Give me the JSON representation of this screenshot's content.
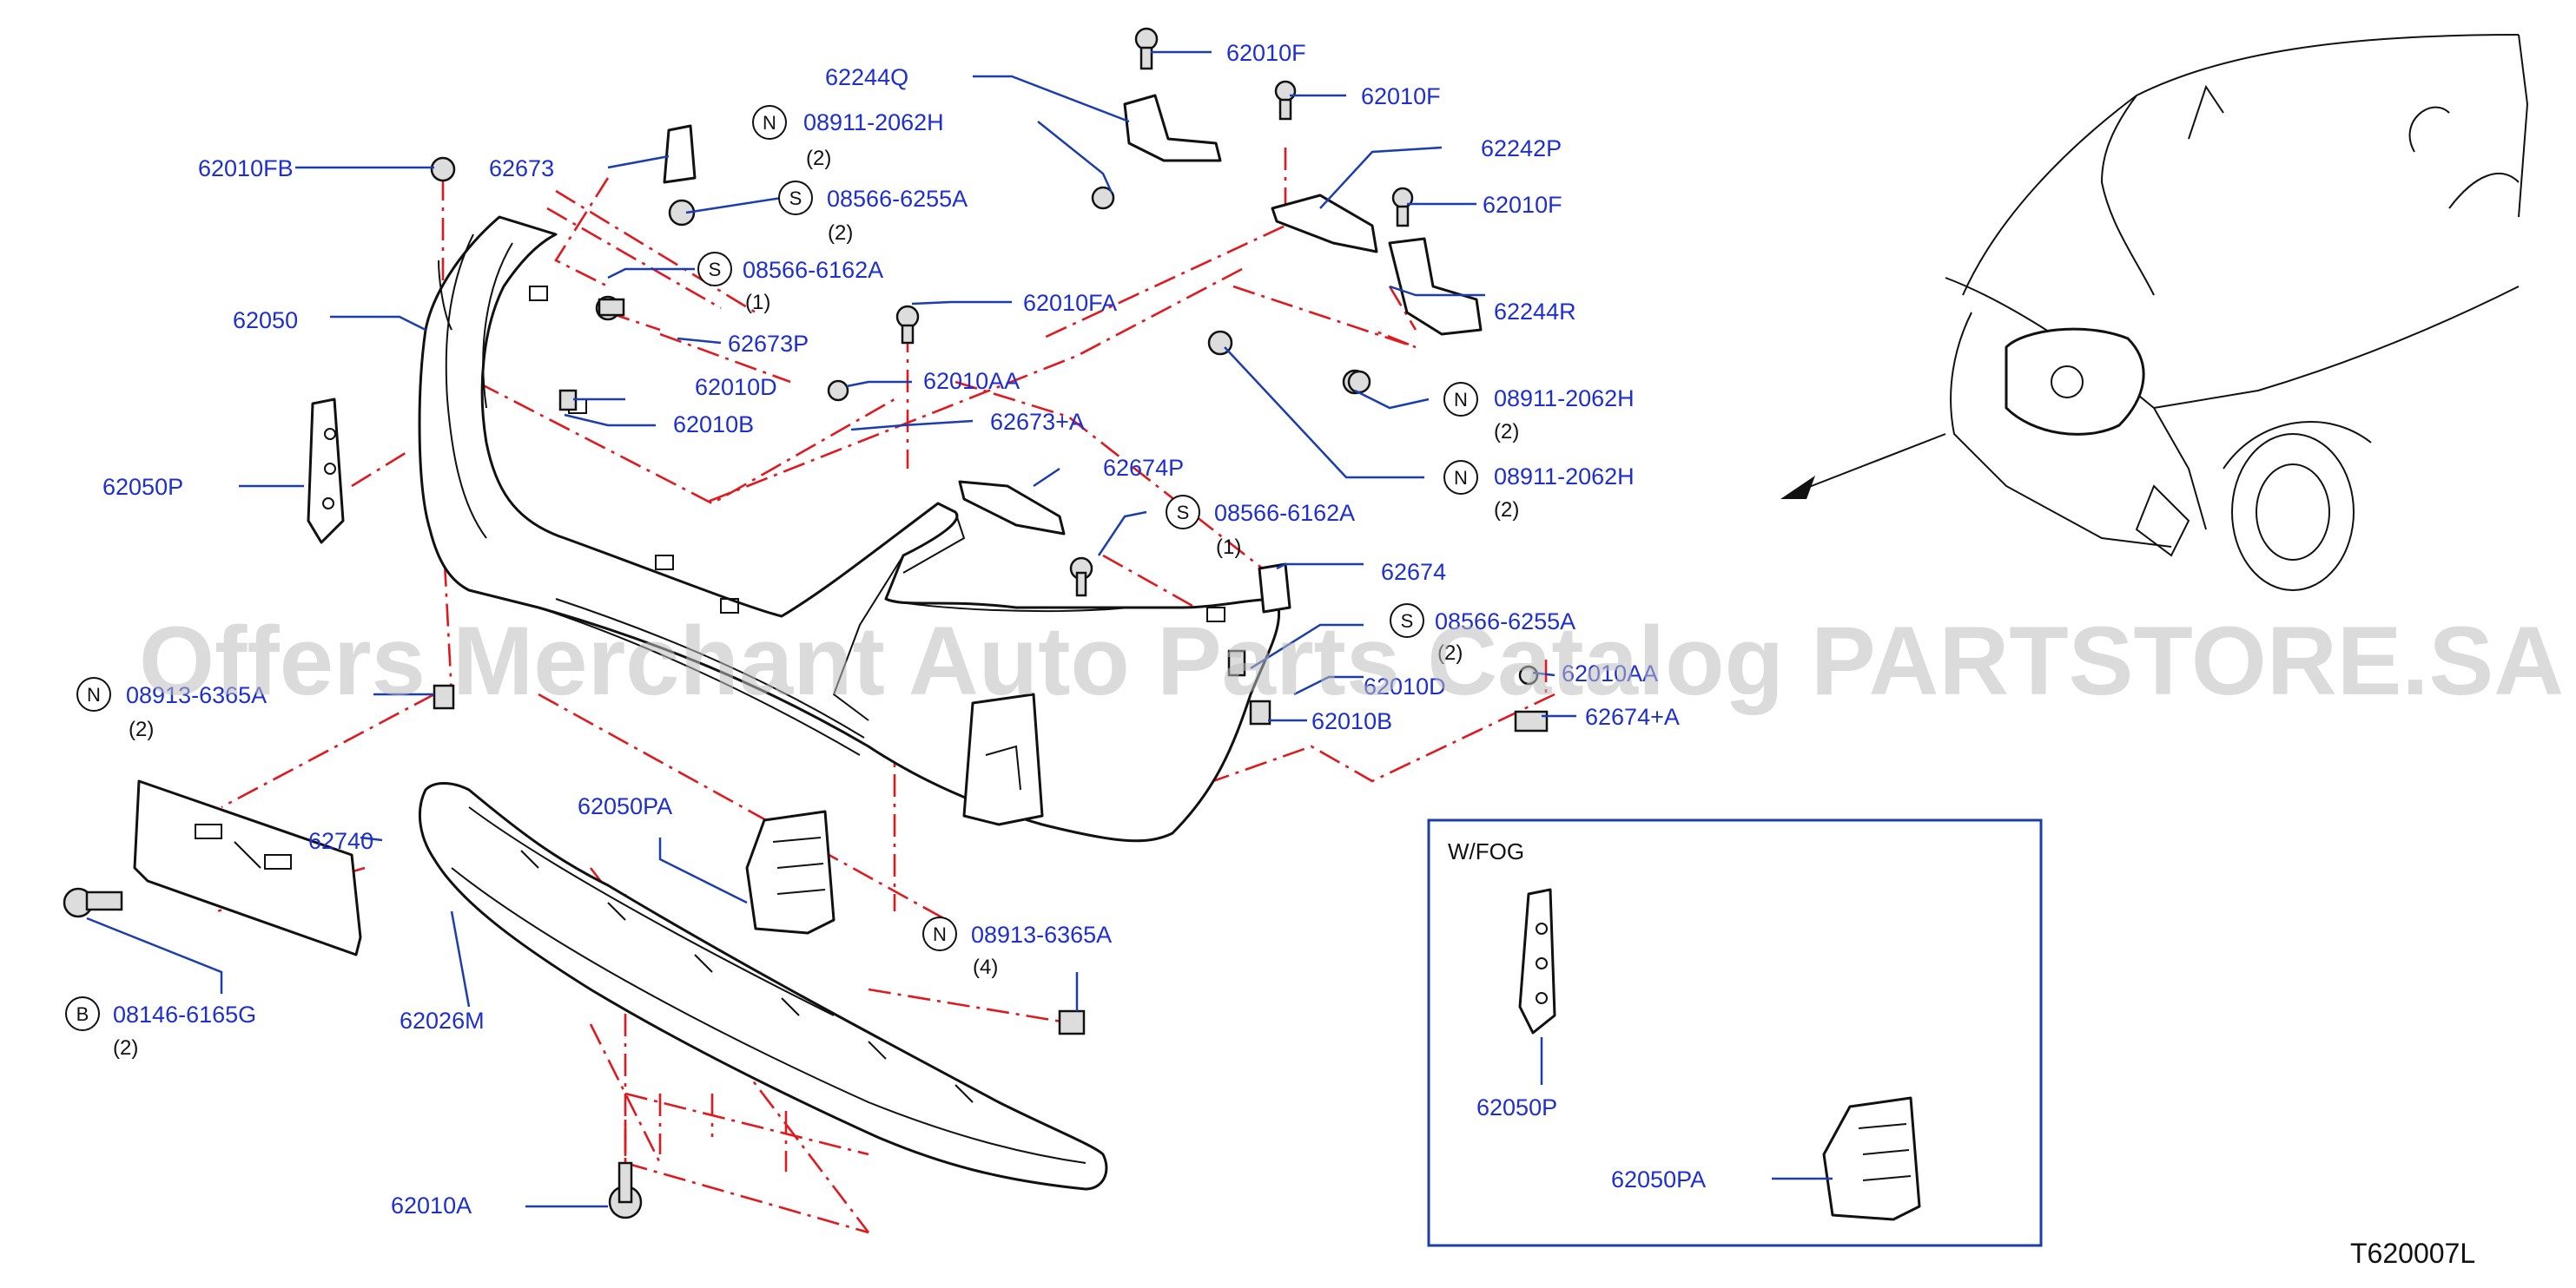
{
  "diagram": {
    "watermark": "Offers Merchant Auto Parts Catalog PARTSTORE.SA",
    "reference_code": "T620007L",
    "inset_title": "W/FOG",
    "colors": {
      "label": "#1d2fd0",
      "leader": "#1a3db0",
      "dash": "#e0191f",
      "part": "#111111"
    },
    "callouts": [
      {
        "id": "c1",
        "text": "62010F"
      },
      {
        "id": "c2",
        "text": "62244Q"
      },
      {
        "id": "c3",
        "text": "62010F"
      },
      {
        "id": "c4",
        "text": "08911-2062H",
        "badge": "N",
        "qty": "(2)"
      },
      {
        "id": "c5",
        "text": "62242P"
      },
      {
        "id": "c6",
        "text": "62010FB"
      },
      {
        "id": "c7",
        "text": "62673"
      },
      {
        "id": "c8",
        "text": "08566-6255A",
        "badge": "S",
        "qty": "(2)"
      },
      {
        "id": "c9",
        "text": "62010F"
      },
      {
        "id": "c10",
        "text": "08566-6162A",
        "badge": "S",
        "qty": "(1)"
      },
      {
        "id": "c11",
        "text": "62050"
      },
      {
        "id": "c12",
        "text": "62010FA"
      },
      {
        "id": "c13",
        "text": "62244R"
      },
      {
        "id": "c14",
        "text": "62673P"
      },
      {
        "id": "c15",
        "text": "62010AA"
      },
      {
        "id": "c16",
        "text": "62010D"
      },
      {
        "id": "c17",
        "text": "08911-2062H",
        "badge": "N",
        "qty": "(2)"
      },
      {
        "id": "c18",
        "text": "62010B"
      },
      {
        "id": "c19",
        "text": "62673+A"
      },
      {
        "id": "c20",
        "text": "62050P"
      },
      {
        "id": "c21",
        "text": "62674P"
      },
      {
        "id": "c22",
        "text": "08911-2062H",
        "badge": "N",
        "qty": "(2)"
      },
      {
        "id": "c23",
        "text": "08566-6162A",
        "badge": "S",
        "qty": "(1)"
      },
      {
        "id": "c24",
        "text": "62674"
      },
      {
        "id": "c25",
        "text": "08566-6255A",
        "badge": "S",
        "qty": "(2)"
      },
      {
        "id": "c26",
        "text": "08913-6365A",
        "badge": "N",
        "qty": "(2)"
      },
      {
        "id": "c27",
        "text": "62010D"
      },
      {
        "id": "c28",
        "text": "62010AA"
      },
      {
        "id": "c29",
        "text": "62674+A"
      },
      {
        "id": "c30",
        "text": "62010B"
      },
      {
        "id": "c31",
        "text": "62740"
      },
      {
        "id": "c32",
        "text": "62050PA"
      },
      {
        "id": "c33",
        "text": "08913-6365A",
        "badge": "N",
        "qty": "(4)"
      },
      {
        "id": "c34",
        "text": "08146-6165G",
        "badge": "B",
        "qty": "(2)"
      },
      {
        "id": "c35",
        "text": "62026M"
      },
      {
        "id": "c36",
        "text": "62010A"
      },
      {
        "id": "c37",
        "text": "62050P"
      },
      {
        "id": "c38",
        "text": "62050PA"
      }
    ]
  }
}
